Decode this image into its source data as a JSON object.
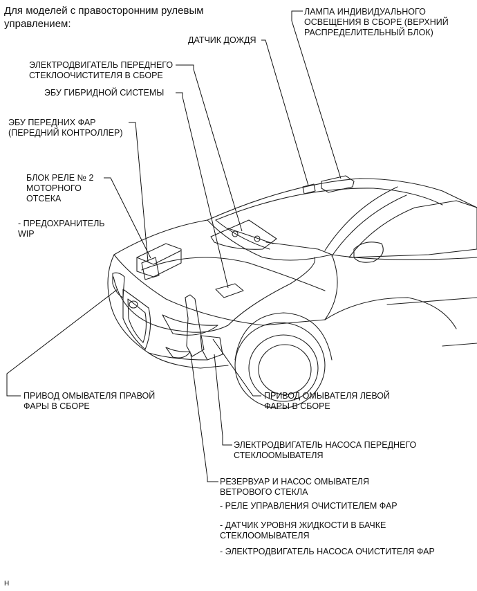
{
  "header": {
    "line1": "Для моделей с правосторонним рулевым",
    "line2": "управлением:"
  },
  "labels": {
    "lamp": [
      "ЛАМПА ИНДИВИДУАЛЬНОГО",
      "ОСВЕЩЕНИЯ В СБОРЕ (ВЕРХНИЙ",
      "РАСПРЕДЕЛИТЕЛЬНЫЙ БЛОК)"
    ],
    "rain_sensor": "ДАТЧИК ДОЖДЯ",
    "wiper_motor": [
      "ЭЛЕКТРОДВИГАТЕЛЬ ПЕРЕДНЕГО",
      "СТЕКЛООЧИСТИТЕЛЯ В СБОРЕ"
    ],
    "hybrid_ecu": "ЭБУ ГИБРИДНОЙ СИСТЕМЫ",
    "headlight_ecu": [
      "ЭБУ ПЕРЕДНИХ ФАР",
      "(ПЕРЕДНИЙ КОНТРОЛЛЕР)"
    ],
    "relay_block": [
      "БЛОК РЕЛЕ № 2",
      "МОТОРНОГО",
      "ОТСЕКА"
    ],
    "fuse": [
      "- ПРЕДОХРАНИТЕЛЬ",
      "WIP"
    ],
    "right_washer": [
      "ПРИВОД ОМЫВАТЕЛЯ ПРАВОЙ",
      "ФАРЫ В СБОРЕ"
    ],
    "left_washer": [
      "ПРИВОД ОМЫВАТЕЛЯ ЛЕВОЙ",
      "ФАРЫ В СБОРЕ"
    ],
    "washer_pump_motor": [
      "ЭЛЕКТРОДВИГАТЕЛЬ НАСОСА ПЕРЕДНЕГО",
      "СТЕКЛООМЫВАТЕЛЯ"
    ],
    "reservoir": [
      "РЕЗЕРВУАР И НАСОС ОМЫВАТЕЛЯ",
      "ВЕТРОВОГО СТЕКЛА"
    ],
    "sub1": "- РЕЛЕ УПРАВЛЕНИЯ ОЧИСТИТЕЛЕМ ФАР",
    "sub2": [
      "- ДАТЧИК УРОВНЯ ЖИДКОСТИ В БАЧКЕ",
      "СТЕКЛООМЫВАТЕЛЯ"
    ],
    "sub3": "- ЭЛЕКТРОДВИГАТЕЛЬ НАСОСА ОЧИСТИТЕЛЯ ФАР"
  },
  "ref_code": "H"
}
